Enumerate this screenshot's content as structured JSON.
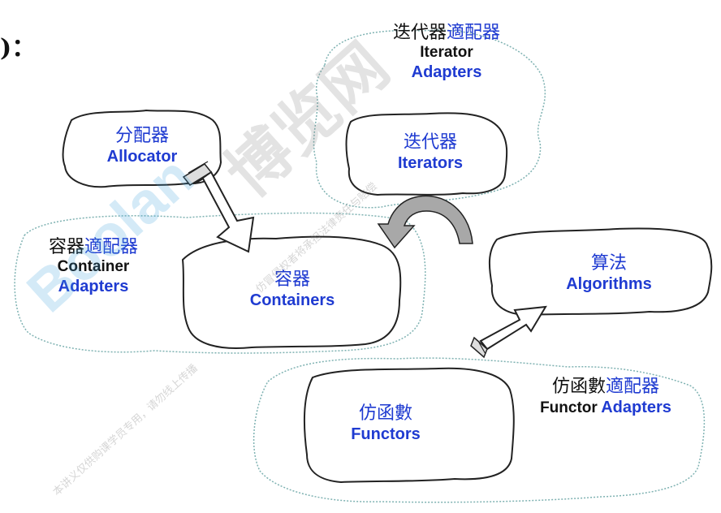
{
  "header": {
    "fragment": ")："
  },
  "colors": {
    "blue": "#1f3bd1",
    "black": "#111111",
    "cloud_stroke": "#222222",
    "dotted": "#7fb2b2",
    "arrow": "#888888",
    "watermark": "#3fa3dc"
  },
  "nodes": {
    "iterator_adapters": {
      "zh_plain": "迭代器",
      "zh_blue": "適配器",
      "en_black": "Iterator",
      "en_blue": "Adapters"
    },
    "allocator": {
      "zh": "分配器",
      "en": "Allocator"
    },
    "iterators": {
      "zh": "迭代器",
      "en": "Iterators"
    },
    "container_adapters": {
      "zh_plain": "容器",
      "zh_blue": "適配器",
      "en_black": "Container",
      "en_blue": "Adapters"
    },
    "containers": {
      "zh": "容器",
      "en": "Containers"
    },
    "algorithms": {
      "zh": "算法",
      "en": "Algorithms"
    },
    "functor_adapters": {
      "zh_plain": "仿函數",
      "zh_blue": "適配器",
      "en_black": "Functor",
      "en_blue": "Adapters"
    },
    "functors": {
      "zh": "仿函數",
      "en": "Functors"
    }
  },
  "watermark": {
    "logo": "Boolan",
    "big": "博览网",
    "small1": "本讲义仅供购课学员专用，请勿线上传播",
    "small2": "仿冒侵权者将承担法律责任与赔偿"
  }
}
